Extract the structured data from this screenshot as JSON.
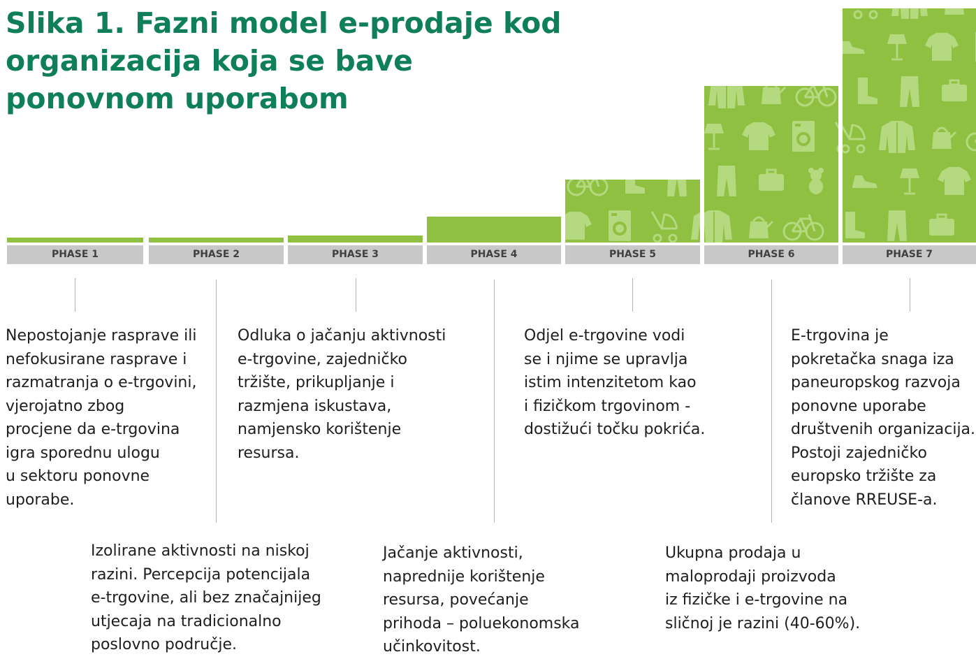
{
  "title": "Slika 1. Fazni model e-prodaje kod organizacija koja se bave ponovnom uporabom",
  "colors": {
    "title": "#0f7e5a",
    "bar": "#8fc042",
    "pattern": "#b5d97f",
    "label_bg": "#c8c8c8",
    "label_text": "#404040",
    "connector": "#b3b3b3"
  },
  "phases": [
    {
      "label": "PHASE 1",
      "level": 0.02
    },
    {
      "label": "PHASE 2",
      "level": 0.02
    },
    {
      "label": "PHASE 3",
      "level": 0.03
    },
    {
      "label": "PHASE 4",
      "level": 0.11
    },
    {
      "label": "PHASE 5",
      "level": 0.27
    },
    {
      "label": "PHASE 6",
      "level": 0.67
    },
    {
      "label": "PHASE 7",
      "level": 1.0
    }
  ],
  "descriptions": [
    {
      "text": "Nepostojanje rasprave ili\nnefokusirane rasprave i\nrazmatranja o e-trgovini,\nvjerojatno zbog\nprocjene da e-trgovina\nigra sporednu ulogu\nu sektoru ponovne\nuporabe."
    },
    {
      "text": "Izolirane aktivnosti na niskoj\nrazini. Percepcija potencijala\ne-trgovine, ali bez značajnijeg\nutjecaja na tradicionalno\nposlovno područje."
    },
    {
      "text": "Odluka o jačanju aktivnosti\ne-trgovine, zajedničko\ntržište, prikupljanje i\nrazmjena iskustava,\nnamjensko korištenje\nresursa."
    },
    {
      "text": "Jačanje aktivnosti,\nnaprednije korištenje\nresursa, povećanje\nprihoda – poluekonomska\nučinkovitost."
    },
    {
      "text": "Odjel e-trgovine vodi\nse i njime se upravlja\nistim intenzitetom kao\ni fizičkom trgovinom -\ndostižući točku pokrića."
    },
    {
      "text": "Ukupna prodaja u\nmaloprodaji proizvoda\niz fizičke i e-trgovine na\nsličnoj je razini (40-60%)."
    },
    {
      "text": "E-trgovina je\npokretačka snaga iza\npaneuropskog razvoja\nponovne uporabe\ndruštvenih organizacija.\nPostoji zajedničko\neuropsko tržište za\nčlanove RREUSE-a."
    }
  ],
  "bar_icons": [
    "shirt-icon",
    "washing-machine-icon",
    "stroller-icon",
    "jacket-icon",
    "kettle-icon",
    "bicycle-icon",
    "boot-icon",
    "trousers-icon",
    "suitcase-icon",
    "teddy-bear-icon",
    "shoe-icon",
    "lamp-icon"
  ]
}
